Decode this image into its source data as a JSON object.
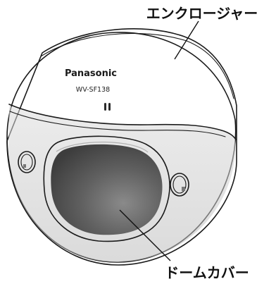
{
  "callouts": {
    "enclosure": "エンクロージャー",
    "dome_cover": "ドームカバー"
  },
  "camera": {
    "brand": "Panasonic",
    "model": "WV-SF138"
  }
}
